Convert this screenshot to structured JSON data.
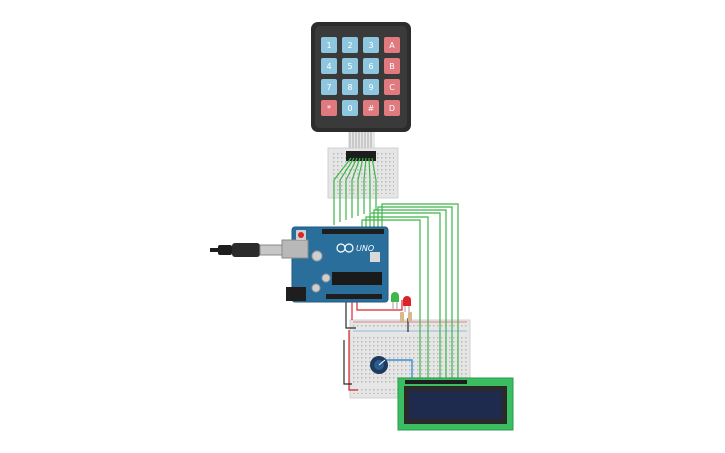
{
  "keypad": {
    "keys": [
      {
        "label": "1",
        "kind": "num"
      },
      {
        "label": "2",
        "kind": "num"
      },
      {
        "label": "3",
        "kind": "num"
      },
      {
        "label": "A",
        "kind": "fn"
      },
      {
        "label": "4",
        "kind": "num"
      },
      {
        "label": "5",
        "kind": "num"
      },
      {
        "label": "6",
        "kind": "num"
      },
      {
        "label": "B",
        "kind": "fn"
      },
      {
        "label": "7",
        "kind": "num"
      },
      {
        "label": "8",
        "kind": "num"
      },
      {
        "label": "9",
        "kind": "num"
      },
      {
        "label": "C",
        "kind": "fn"
      },
      {
        "label": "*",
        "kind": "fn"
      },
      {
        "label": "0",
        "kind": "num"
      },
      {
        "label": "#",
        "kind": "fn"
      },
      {
        "label": "D",
        "kind": "fn"
      }
    ],
    "num_color": "#8ec6df",
    "fn_color": "#e07a7f"
  },
  "arduino": {
    "logo_text": "UNO",
    "board_color": "#2a6f9c"
  },
  "leds": {
    "green": "#3fb54a",
    "red": "#d8242a"
  },
  "lcd": {
    "board_color": "#3bbd62",
    "screen_color": "#1e2b4e"
  },
  "colors": {
    "wire_green": "#3fb54a",
    "wire_red": "#d8242a",
    "wire_black": "#2b2b2b",
    "wire_blue": "#3b8fd6"
  }
}
